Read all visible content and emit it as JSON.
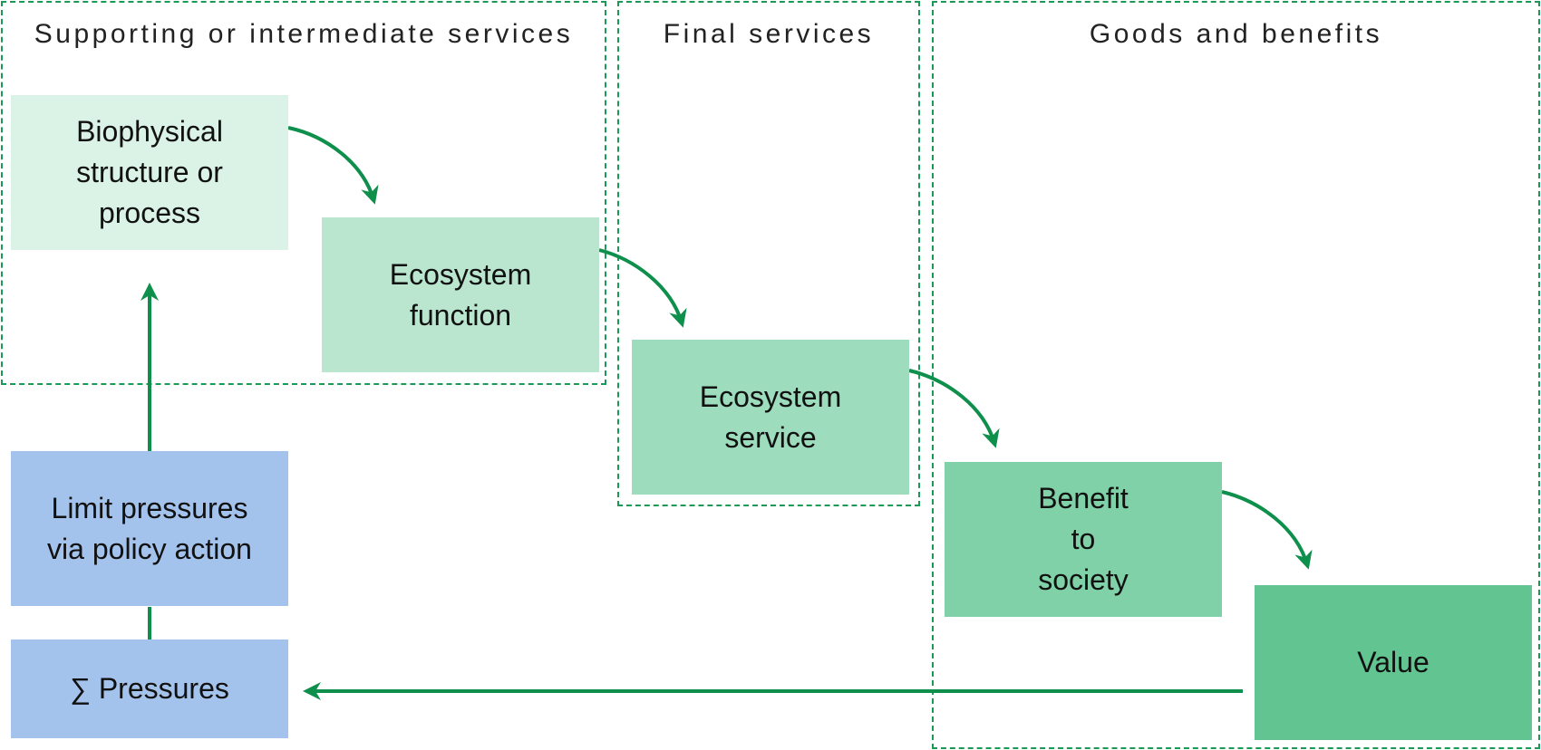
{
  "regions": {
    "supporting": {
      "title": "Supporting or intermediate services"
    },
    "final": {
      "title": "Final services"
    },
    "goods": {
      "title": "Goods and benefits"
    }
  },
  "boxes": {
    "biophysical": {
      "label": "Biophysical structure or process",
      "color": "#daf3e6"
    },
    "function": {
      "label": "Ecosystem function",
      "color": "#bae6d0"
    },
    "service": {
      "label": "Ecosystem service",
      "color": "#9edcbe"
    },
    "benefit": {
      "label": "Benefit to society",
      "color": "#80d1a7"
    },
    "value": {
      "label": "Value",
      "color": "#62c591"
    },
    "limit": {
      "label": "Limit pressures via policy action",
      "color": "#a3c3ec"
    },
    "pressures": {
      "label": "∑ Pressures",
      "color": "#a3c3ec"
    }
  },
  "colors": {
    "arrow": "#0e8f4b",
    "dash": "#1a9a55"
  }
}
